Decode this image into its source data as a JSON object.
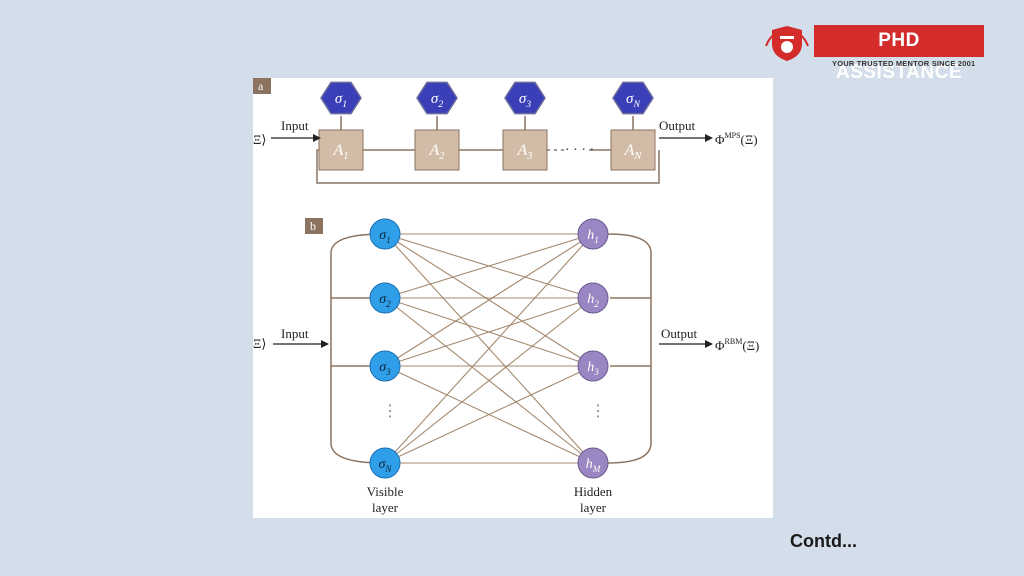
{
  "logo": {
    "name": "PHD ASSISTANCE",
    "tagline": "YOUR TRUSTED MENTOR SINCE 2001"
  },
  "panel_a": {
    "label": "a",
    "input_symbol": "Ξ⟩",
    "input_label": "Input",
    "output_label": "Output",
    "output_symbol": "Φ",
    "output_superscript": "MPS",
    "output_argument": "(Ξ)",
    "spins": [
      {
        "base": "σ",
        "sub": "1"
      },
      {
        "base": "σ",
        "sub": "2"
      },
      {
        "base": "σ",
        "sub": "3"
      },
      {
        "base": "σ",
        "sub": "N"
      }
    ],
    "tensors": [
      {
        "base": "A",
        "sub": "1"
      },
      {
        "base": "A",
        "sub": "2"
      },
      {
        "base": "A",
        "sub": "3"
      },
      {
        "base": "A",
        "sub": "N"
      }
    ],
    "ellipsis": "· · · ·"
  },
  "panel_b": {
    "label": "b",
    "input_symbol": "Ξ⟩",
    "input_label": "Input",
    "output_label": "Output",
    "output_symbol": "Φ",
    "output_superscript": "RBM",
    "output_argument": "(Ξ)",
    "visible_nodes": [
      {
        "base": "σ",
        "sub": "1"
      },
      {
        "base": "σ",
        "sub": "2"
      },
      {
        "base": "σ",
        "sub": "3"
      },
      {
        "base": "σ",
        "sub": "N"
      }
    ],
    "hidden_nodes": [
      {
        "base": "h",
        "sub": "1"
      },
      {
        "base": "h",
        "sub": "2"
      },
      {
        "base": "h",
        "sub": "3"
      },
      {
        "base": "h",
        "sub": "M"
      }
    ],
    "vertical_ellipsis": "⋮",
    "visible_layer_line1": "Visible",
    "visible_layer_line2": "layer",
    "hidden_layer_line1": "Hidden",
    "hidden_layer_line2": "layer"
  },
  "footer": {
    "contd": "Contd..."
  },
  "colors": {
    "background": "#d4deeb",
    "brand_red": "#d42b2b",
    "hexagon": "#3a3fb8",
    "tensor_box": "#d2bca8",
    "visible_node": "#2e9fe8",
    "hidden_node": "#9a86c2",
    "connection": "#a4886e"
  },
  "icons": {
    "logo": "shield-emblem-icon"
  }
}
